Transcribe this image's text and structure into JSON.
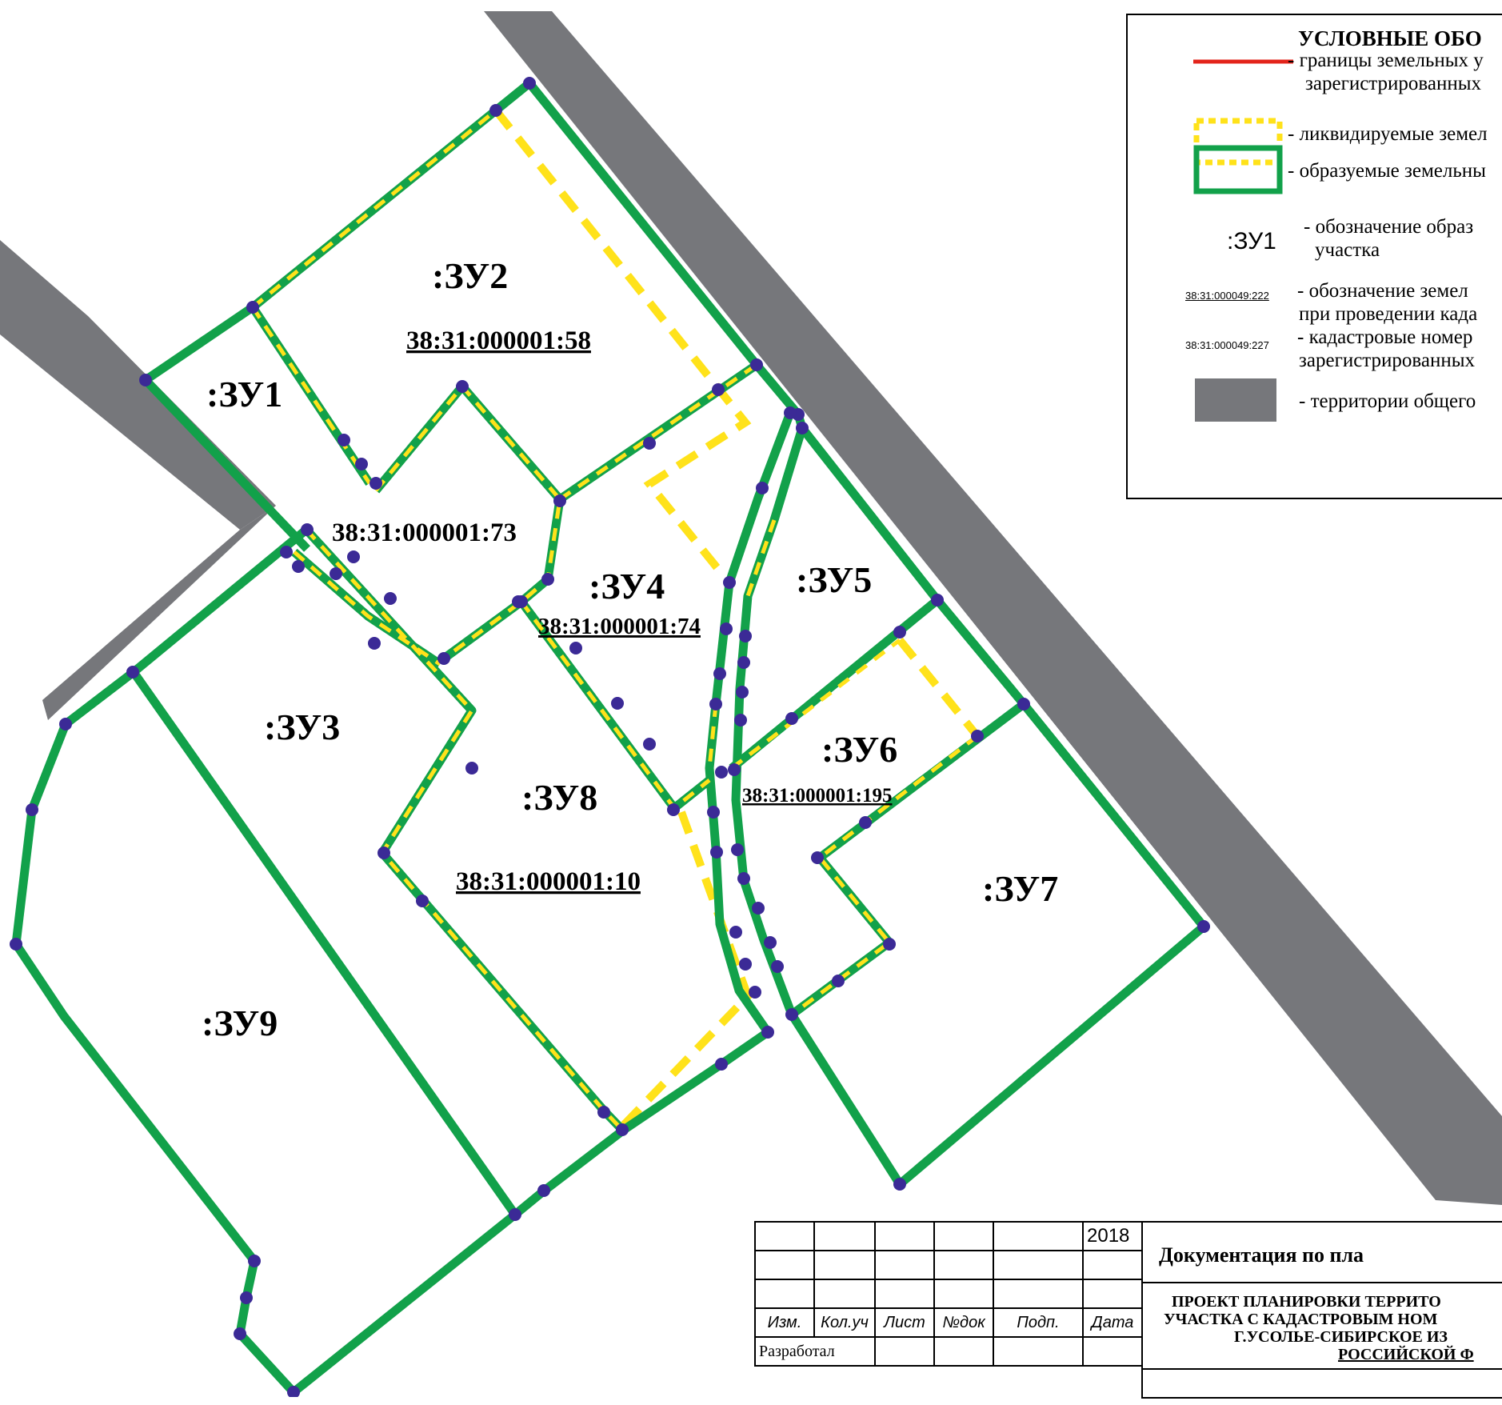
{
  "legend": {
    "title": "УСЛОВНЫЕ ОБО",
    "items": [
      {
        "line1": "- границы земельных у",
        "line2": "зарегистрированных"
      },
      {
        "line1": "- ликвидируемые земел"
      },
      {
        "line1": "- образуемые земельны"
      },
      {
        "sample": ":ЗУ1",
        "line1": "- обозначение образ",
        "line2": "участка"
      },
      {
        "sample": "38:31:000049:222",
        "line1": "- обозначение земел",
        "line2": "при проведении када"
      },
      {
        "sample": "38:31:000049:227",
        "line1": "- кадастровые номер",
        "line2": "зарегистрированных"
      },
      {
        "line1": "- территории общего"
      }
    ]
  },
  "parcels": [
    {
      "label": ":ЗУ1"
    },
    {
      "label": ":ЗУ2"
    },
    {
      "label": ":ЗУ3"
    },
    {
      "label": ":ЗУ4"
    },
    {
      "label": ":ЗУ5"
    },
    {
      "label": ":ЗУ6"
    },
    {
      "label": ":ЗУ7"
    },
    {
      "label": ":ЗУ8"
    },
    {
      "label": ":ЗУ9"
    }
  ],
  "cadastral": [
    {
      "number": "38:31:000001:58"
    },
    {
      "number": "38:31:000001:73"
    },
    {
      "number": "38:31:000001:74"
    },
    {
      "number": "38:31:000001:195"
    },
    {
      "number": "38:31:000001:10"
    }
  ],
  "colors": {
    "road": "#76777b",
    "green": "#12a14a",
    "yellow": "#ffe21a",
    "red": "#e3241b",
    "node": "#3b2a96"
  },
  "stamp": {
    "year": "2018",
    "headers": [
      "Изм.",
      "Кол.уч",
      "Лист",
      "№док",
      "Подп.",
      "Дата"
    ],
    "developed": "Разработал",
    "doc_title": "Документация по пла",
    "project_lines": [
      "ПРОЕКТ ПЛАНИРОВКИ ТЕРРИТО",
      "УЧАСТКА С КАДАСТРОВЫМ НОМ",
      "Г.УСОЛЬЕ-СИБИРСКОЕ  ИЗ",
      "РОССИЙСКОЙ Ф"
    ]
  }
}
